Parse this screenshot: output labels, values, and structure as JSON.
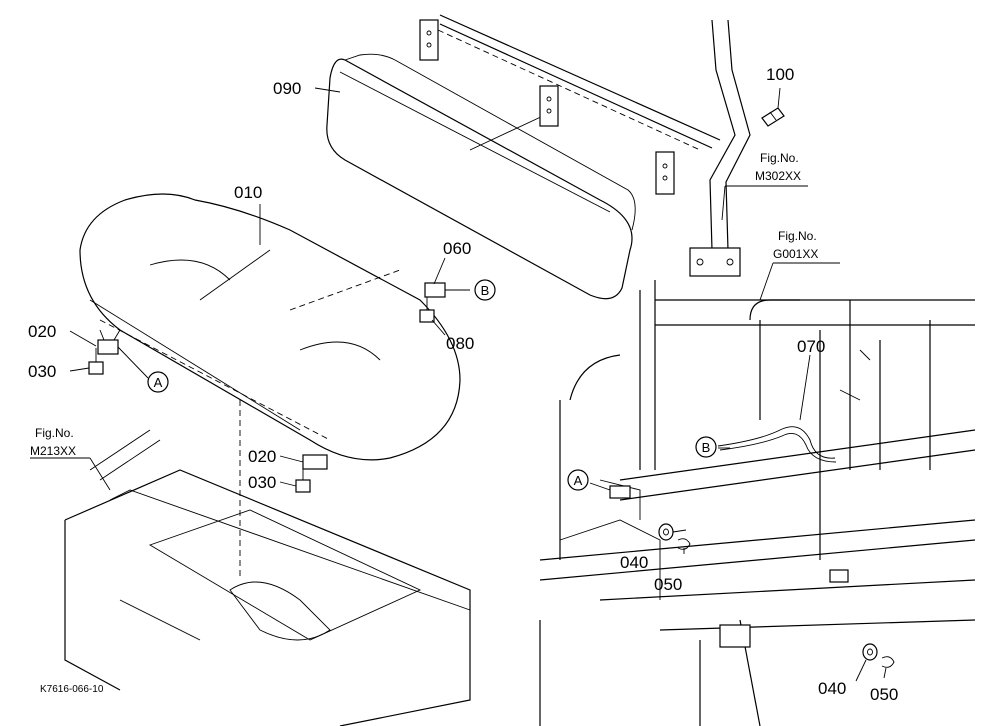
{
  "labels": {
    "p010": "010",
    "p020a": "020",
    "p020b": "020",
    "p030a": "030",
    "p030b": "030",
    "p040a": "040",
    "p040b": "040",
    "p050a": "050",
    "p050b": "050",
    "p060": "060",
    "p070": "070",
    "p080": "080",
    "p090": "090",
    "p100": "100"
  },
  "refs": {
    "a_left": "A",
    "a_right": "A",
    "b_upper": "B",
    "b_lower": "B"
  },
  "figrefs": {
    "m302_line1": "Fig.No.",
    "m302_line2": "M302XX",
    "g001_line1": "Fig.No.",
    "g001_line2": "G001XX",
    "m213_line1": "Fig.No.",
    "m213_line2": "M213XX"
  },
  "drawing_id": "K7616-066-10"
}
